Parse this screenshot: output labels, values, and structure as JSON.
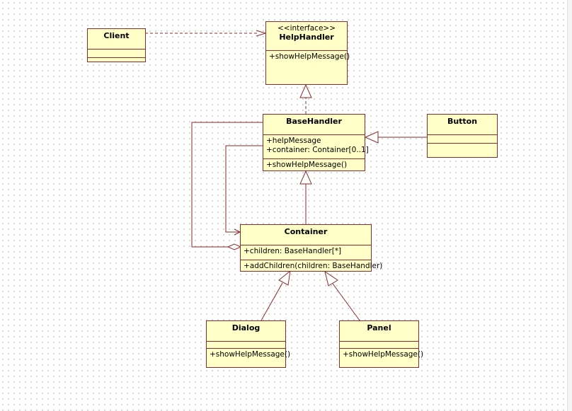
{
  "classes": {
    "client": {
      "name": "Client"
    },
    "help_handler": {
      "stereotype": "<<interface>>",
      "name": "HelpHandler",
      "operations": [
        "+showHelpMessage()"
      ]
    },
    "base_handler": {
      "name": "BaseHandler",
      "attributes": [
        "+helpMessage",
        "+container: Container[0..1]"
      ],
      "operations": [
        "+showHelpMessage()"
      ]
    },
    "button": {
      "name": "Button"
    },
    "container": {
      "name": "Container",
      "attributes": [
        "+children: BaseHandler[*]"
      ],
      "operations": [
        "+addChildren(children: BaseHandler)"
      ]
    },
    "dialog": {
      "name": "Dialog",
      "operations": [
        "+showHelpMessage()"
      ]
    },
    "panel": {
      "name": "Panel",
      "operations": [
        "+showHelpMessage()"
      ]
    }
  },
  "colors": {
    "box_fill": "#ffffc7",
    "line": "#8b2b2b"
  }
}
